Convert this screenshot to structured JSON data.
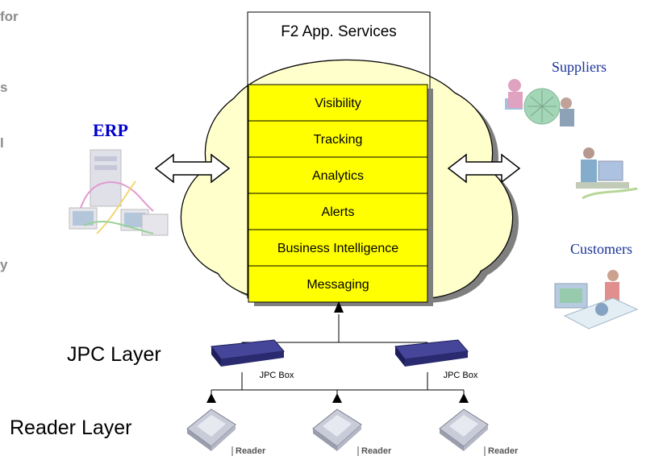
{
  "left_edge_fragments": [
    "for",
    "s",
    "l",
    "y"
  ],
  "app_services": {
    "title": "F2 App. Services"
  },
  "services": [
    "Visibility",
    "Tracking",
    "Analytics",
    "Alerts",
    "Business Intelligence",
    "Messaging"
  ],
  "labels": {
    "erp": "ERP",
    "suppliers": "Suppliers",
    "customers": "Customers"
  },
  "layers": {
    "jpc": "JPC Layer",
    "reader": "Reader Layer"
  },
  "devices": {
    "jpc_box": "JPC Box",
    "reader": "Reader"
  },
  "colors": {
    "service_fill": "#ffff00",
    "cloud_fill": "#ffffcc",
    "erp_text": "#0000cc",
    "stakeholder_text": "#1a3399",
    "edge_text": "#8c8c8c",
    "jpc_box": "#3a3a8a"
  }
}
